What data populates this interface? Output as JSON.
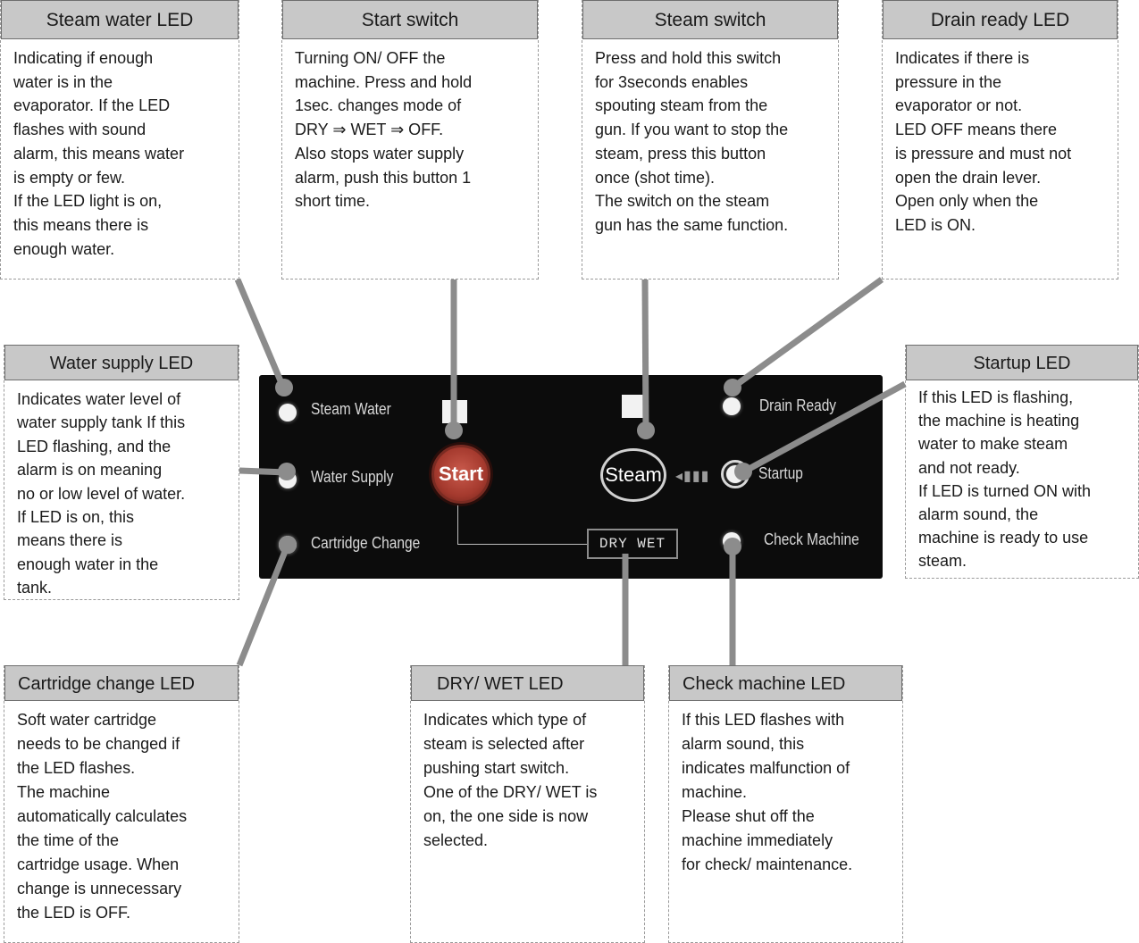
{
  "callouts": {
    "steam_water": {
      "title": "Steam water LED",
      "body": "Indicating if enough\nwater is in the\nevaporator. If the LED\nflashes with sound\nalarm, this means water\nis empty or few.\nIf the LED light is on,\nthis means there is\nenough water."
    },
    "start_switch": {
      "title": "Start switch",
      "body": "Turning ON/ OFF the\nmachine. Press and hold\n1sec. changes mode of\nDRY ⇒   WET ⇒   OFF.\nAlso stops water supply\nalarm, push this button 1\nshort time."
    },
    "steam_switch": {
      "title": "Steam switch",
      "body": "Press and hold this switch\nfor 3seconds enables\nspouting steam from the\ngun. If you want to stop the\nsteam, press this button\nonce (shot time).\nThe switch on the steam\ngun has the same function."
    },
    "drain_ready": {
      "title": "Drain ready LED",
      "body": "Indicates if there is\npressure in the\nevaporator or not.\nLED OFF means there\nis pressure and must not\nopen the drain lever.\nOpen only when the\nLED is ON."
    },
    "water_supply": {
      "title": "Water supply LED",
      "body": "Indicates water level of\nwater supply tank If this\nLED flashing, and the\nalarm is on meaning\nno or low level of water.\nIf LED is on, this\nmeans there is\nenough water in the\ntank."
    },
    "startup": {
      "title": "Startup LED",
      "body": "If this LED is flashing,\nthe machine is heating\nwater to make steam\nand not ready.\nIf LED is turned ON with\nalarm sound, the\nmachine is ready to use\nsteam."
    },
    "cartridge_change": {
      "title": "Cartridge change LED",
      "body": "Soft water cartridge\nneeds to be changed if\nthe LED flashes.\nThe machine\nautomatically calculates\nthe time of the\ncartridge usage. When\nchange is unnecessary\nthe LED is OFF."
    },
    "dry_wet": {
      "title": "DRY/ WET LED",
      "body": "Indicates which type of\nsteam is selected after\npushing start switch.\nOne of the DRY/ WET is\non, the one side is now\nselected."
    },
    "check_machine": {
      "title": "Check machine LED",
      "body": "If this LED flashes with\nalarm sound, this\nindicates malfunction of\nmachine.\nPlease shut off the\nmachine immediately\nfor check/ maintenance."
    }
  },
  "panel": {
    "steam_water_label": "Steam Water",
    "water_supply_label": "Water Supply",
    "cartridge_change_label": "Cartridge Change",
    "start_button_label": "Start",
    "steam_button_label": "Steam",
    "dry_wet_label": "DRY  WET",
    "drain_ready_label": "Drain Ready",
    "startup_label": "Startup",
    "check_machine_label": "Check Machine"
  },
  "colors": {
    "header_fill": "#c8c8c8",
    "leader_line": "#8c8c8c",
    "panel_background": "#0c0c0c",
    "start_button": "#b2463a"
  }
}
